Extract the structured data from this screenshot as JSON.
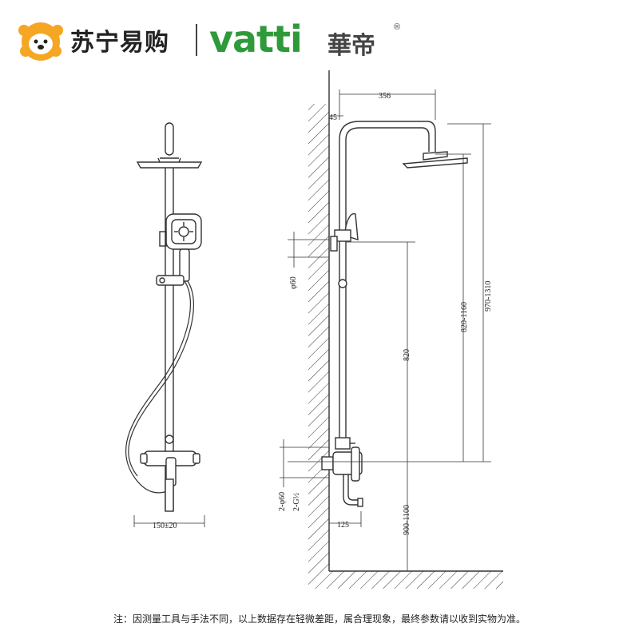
{
  "header": {
    "suning_logo_text": "苏宁易购",
    "vatti_logo_text": "vatti",
    "vatti_chinese": "華帝",
    "registered_mark": "®"
  },
  "dimensions": {
    "top_width": "356",
    "wall_offset": "45",
    "diameter_60": "φ60",
    "height_820": "820",
    "height_820_1160": "820-1160",
    "height_970_1310": "970-1310",
    "inlet_2phi60": "2-φ60",
    "inlet_thread": "2-G½",
    "spout_125": "125",
    "height_900_1100": "900-1100",
    "center_150": "150±20"
  },
  "footer": {
    "note": "注：因测量工具与手法不同，以上数据存在轻微差距，属合理现象，最终参数请以收到实物为准。"
  },
  "colors": {
    "vatti_green": "#2e9a3a",
    "lion_orange": "#f5a623"
  }
}
